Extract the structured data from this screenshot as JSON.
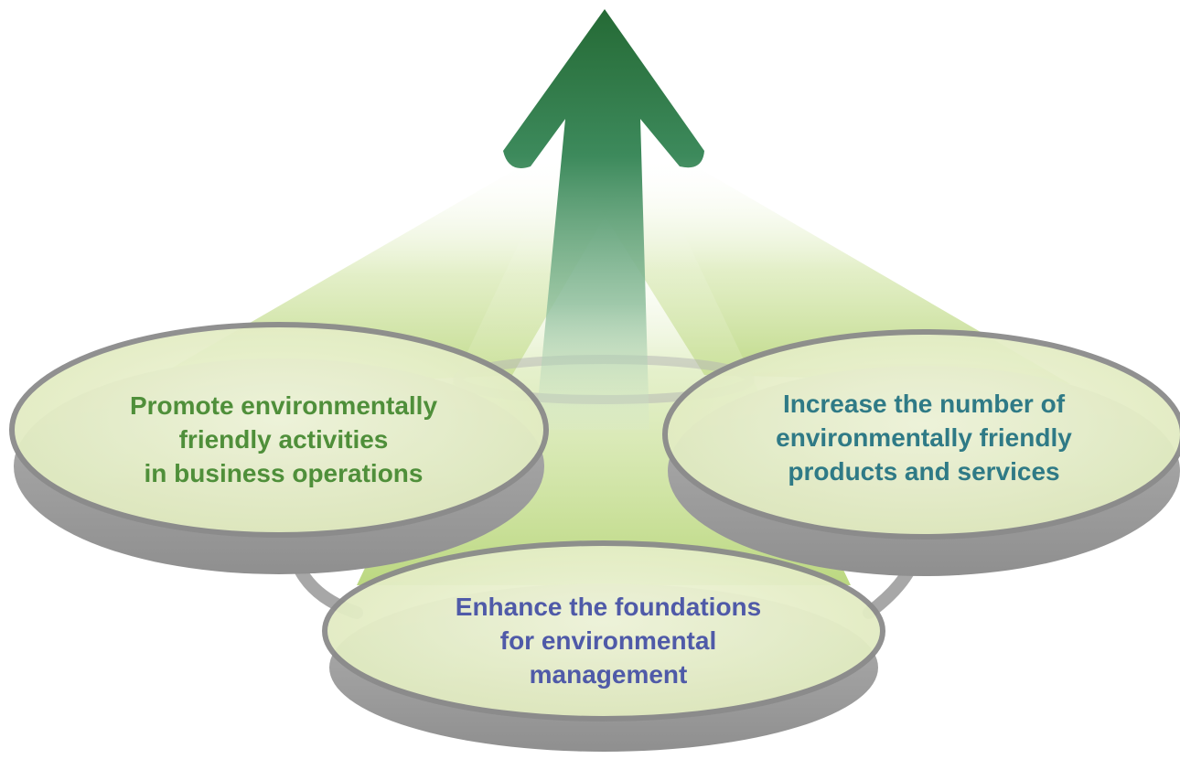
{
  "pillars": {
    "left": {
      "lines": [
        "Promote environmentally",
        "friendly activities",
        "in business operations"
      ],
      "color": "#4f8f3a"
    },
    "right": {
      "lines": [
        "Increase the number of",
        "environmentally friendly",
        "products and services"
      ],
      "color": "#2f7a86"
    },
    "bottom": {
      "lines": [
        "Enhance the foundations",
        "for environmental",
        "management"
      ],
      "color": "#4f5aa8"
    }
  },
  "colors": {
    "arrow_top": "#2a6f3a",
    "arrow_mid": "#5e9c7a",
    "disc_fill": "#e8f0cc",
    "disc_rim": "#8e8e8e",
    "base_gray": "#a6a6a6",
    "beam_green": "#b7d77f"
  },
  "icons": [
    "upward-arrow"
  ]
}
